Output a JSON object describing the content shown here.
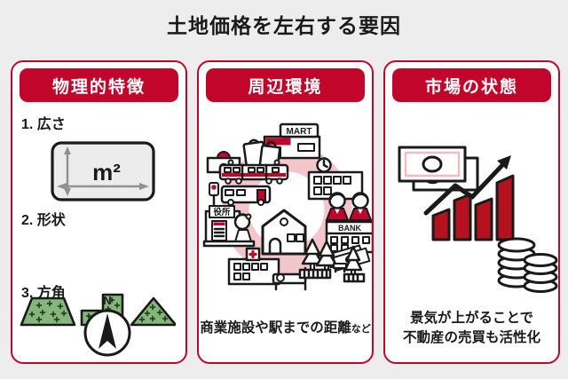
{
  "theme": {
    "accent": "#c2062b",
    "bar_red": "#b5121f",
    "pink_ring": "#f3c6cb",
    "pink_light": "#f2bcc3",
    "green": "#85b77c",
    "green_dark": "#23421f",
    "bg": "#ededed",
    "card_bg": "#ffffff",
    "ink": "#1a1a1a"
  },
  "title": "土地価格を左右する要因",
  "cards": {
    "physical": {
      "header": "物理的特徴",
      "item1": "1. 広さ",
      "item2": "2. 形状",
      "item3": "3. 方角",
      "area_unit": "m²",
      "compass_label": "N"
    },
    "environment": {
      "header": "周辺環境",
      "mart_sign": "MART",
      "bank_sign": "BANK",
      "office_sign": "役所",
      "caption": "商業施設や駅までの距離",
      "caption_suffix": "など"
    },
    "market": {
      "header": "市場の状態",
      "caption_line1": "景気が上がることで",
      "caption_line2": "不動産の売買も活性化"
    }
  }
}
